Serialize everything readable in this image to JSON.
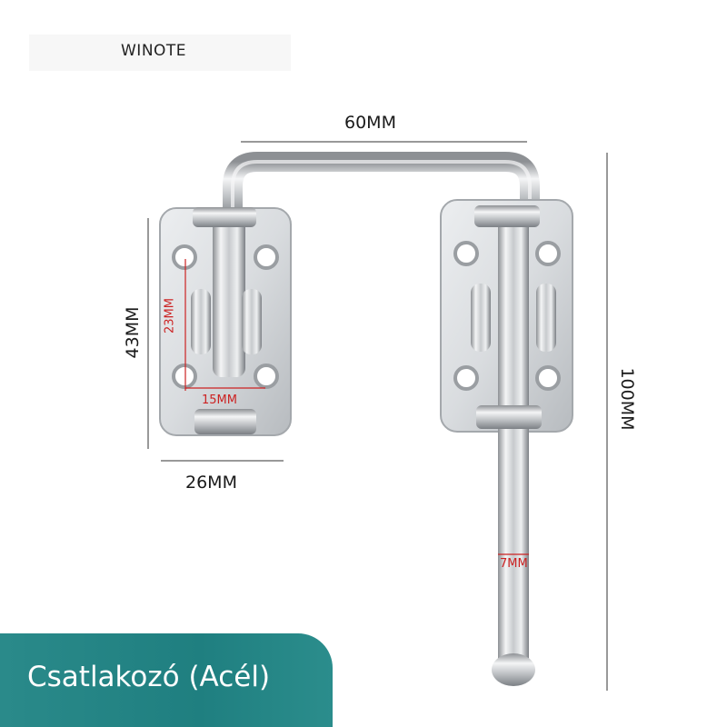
{
  "brand": "WINOTE",
  "dimensions": {
    "top_width": "60MM",
    "plate_height": "43MM",
    "plate_width": "26MM",
    "total_height": "100MM",
    "inner_height": "23MM",
    "inner_width": "15MM",
    "bolt_diameter": "7MM"
  },
  "caption": "Csatlakozó (Acél)",
  "colors": {
    "caption_bar": "#1f7f80",
    "dimension_red": "#cc2222"
  }
}
